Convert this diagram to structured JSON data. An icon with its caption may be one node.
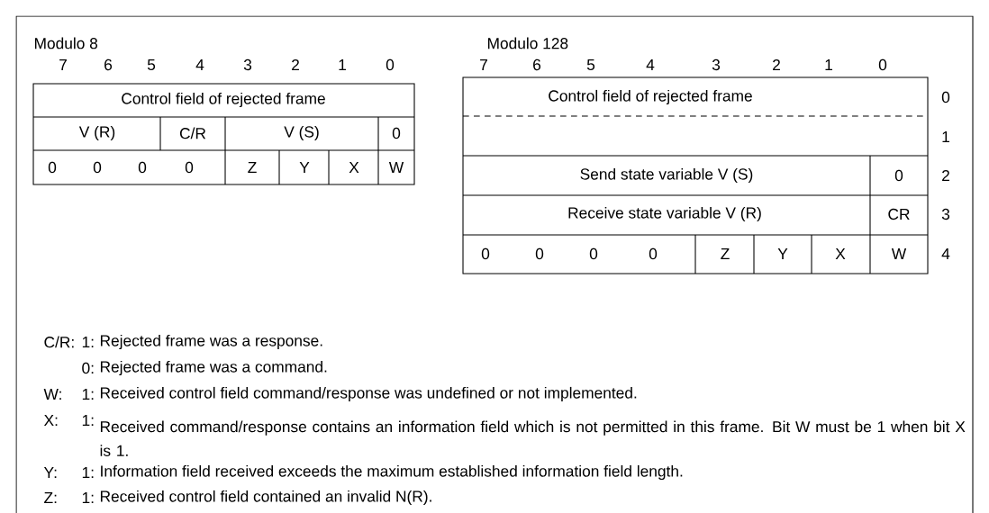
{
  "diagram": {
    "labels": [
      "Modulo 8",
      "7",
      "6",
      "5",
      "4",
      "3",
      "2",
      "1",
      "0",
      "Control field of rejected frame",
      "V (R)",
      "C/R",
      "V (S)",
      "0",
      "0",
      "0",
      "0",
      "0",
      "Z",
      "Y",
      "X",
      "W",
      "Modulo 128",
      "7",
      "6",
      "5",
      "4",
      "3",
      "2",
      "1",
      "0",
      "Control field of rejected frame",
      "0",
      "1",
      "Send state variable V (S)",
      "0",
      "2",
      "Receive state variable V (R)",
      "CR",
      "3",
      "0",
      "0",
      "0",
      "0",
      "Z",
      "Y",
      "X",
      "W",
      "4",
      "C/R:",
      "1:",
      "Rejected frame was a response.",
      "0:",
      "Rejected frame was a command.",
      "W:",
      "1:",
      "Received control field command/response was undefined or not implemented.",
      "X:",
      "1:",
      "Received command/response contains an information field which is not permitted in this frame. Bit W must be 1 when bit X is 1.",
      "Y:",
      "1:",
      "Information field received exceeds the maximum established information field length.",
      "Z:",
      "1:",
      "Received control field contained an invalid N(R)."
    ]
  }
}
